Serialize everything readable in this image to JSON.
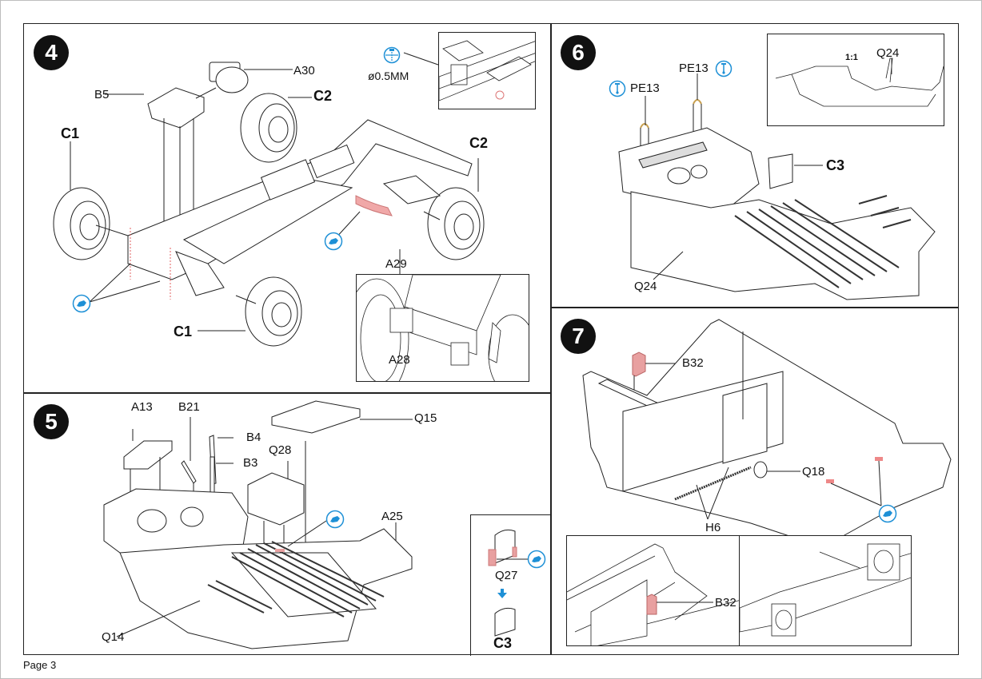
{
  "page": {
    "label": "Page 3"
  },
  "colors": {
    "glue_blue": "#1e90d6",
    "part_highlight": "#e8a0a0",
    "pe_brass": "#c8a050",
    "line": "#222222"
  },
  "steps": [
    {
      "number": "4",
      "labels": {
        "a30": "A30",
        "b5": "B5",
        "c2_top": "C2",
        "c2_right": "C2",
        "c1_left": "C1",
        "c1_bottom": "C1",
        "a29": "A29",
        "a28": "A28"
      },
      "drill": {
        "icon": "drill-icon",
        "size": "ø0.5MM"
      },
      "glue_icons": [
        "glue-icon",
        "glue-icon"
      ]
    },
    {
      "number": "5",
      "labels": {
        "a13": "A13",
        "b21": "B21",
        "b4": "B4",
        "b3": "B3",
        "q28": "Q28",
        "q15": "Q15",
        "a25": "A25",
        "q14": "Q14"
      },
      "subpanel": {
        "q27": "Q27",
        "c3": "C3"
      },
      "glue_icons": [
        "glue-icon",
        "glue-icon"
      ]
    },
    {
      "number": "6",
      "labels": {
        "pe13_left": "PE13",
        "pe13_right": "PE13",
        "c3": "C3",
        "q24": "Q24"
      },
      "inset": {
        "scale": "1:1",
        "q24": "Q24"
      },
      "pe_icons": [
        "photo-etch-icon",
        "photo-etch-icon"
      ]
    },
    {
      "number": "7",
      "labels": {
        "b32": "B32",
        "q18": "Q18",
        "h6": "H6",
        "b32_inset": "B32"
      },
      "glue_icons": [
        "glue-icon"
      ]
    }
  ]
}
